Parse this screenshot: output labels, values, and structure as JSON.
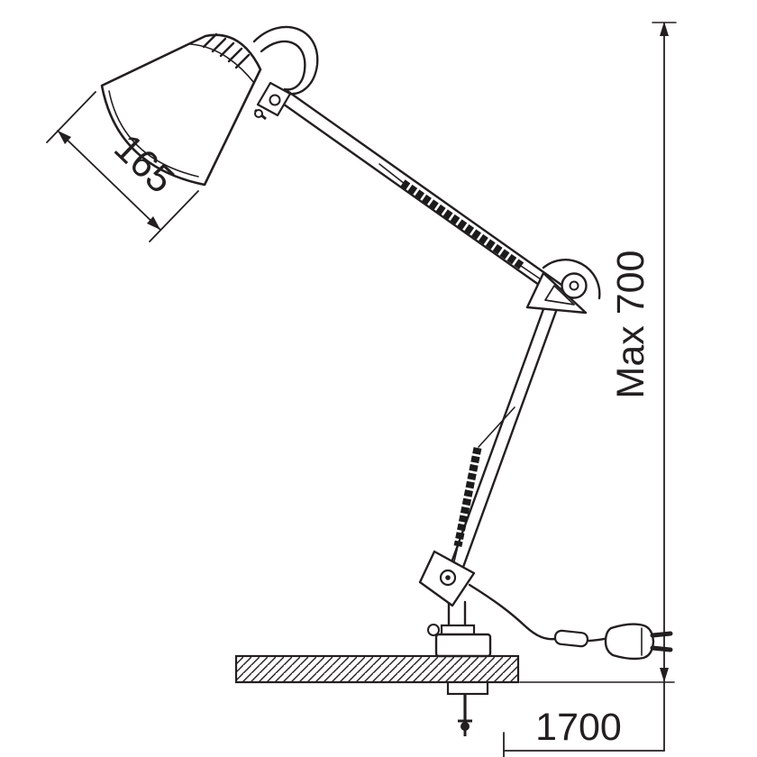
{
  "labels": {
    "shade_diameter": "165",
    "max_height": "Max 700",
    "cable_length": "1700"
  },
  "colors": {
    "line": "#231f20",
    "background": "#ffffff",
    "spring": "#1b1b1b"
  }
}
